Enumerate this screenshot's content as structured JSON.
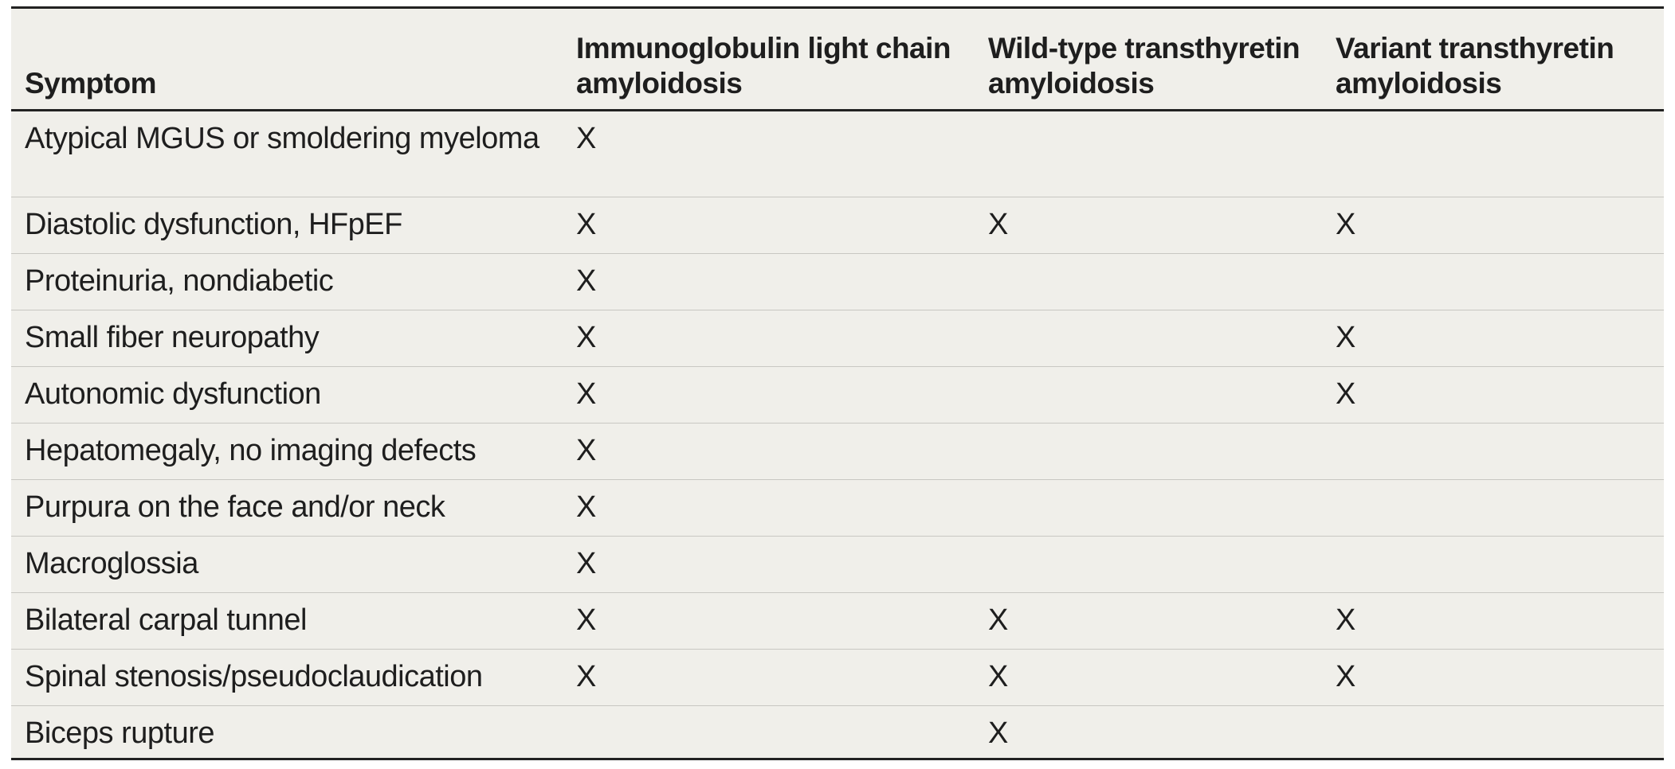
{
  "table": {
    "headers": [
      "Symptom",
      "Immunoglobulin light chain amyloidosis",
      "Wild-type transthyretin amyloidosis",
      "Variant transthyretin amyloidosis"
    ],
    "rows": [
      [
        "Atypical MGUS or smoldering myeloma",
        "X",
        "",
        ""
      ],
      [
        "Diastolic dysfunction, HFpEF",
        "X",
        "X",
        "X"
      ],
      [
        "Proteinuria, nondiabetic",
        "X",
        "",
        ""
      ],
      [
        "Small fiber neuropathy",
        "X",
        "",
        "X"
      ],
      [
        "Autonomic dysfunction",
        "X",
        "",
        "X"
      ],
      [
        "Hepatomegaly, no imaging defects",
        "X",
        "",
        ""
      ],
      [
        "Purpura on the face and/or neck",
        "X",
        "",
        ""
      ],
      [
        "Macroglossia",
        "X",
        "",
        ""
      ],
      [
        "Bilateral carpal tunnel",
        "X",
        "X",
        "X"
      ],
      [
        "Spinal stenosis/pseudoclaudication",
        "X",
        "X",
        "X"
      ],
      [
        "Biceps rupture",
        "",
        "X",
        ""
      ]
    ]
  }
}
